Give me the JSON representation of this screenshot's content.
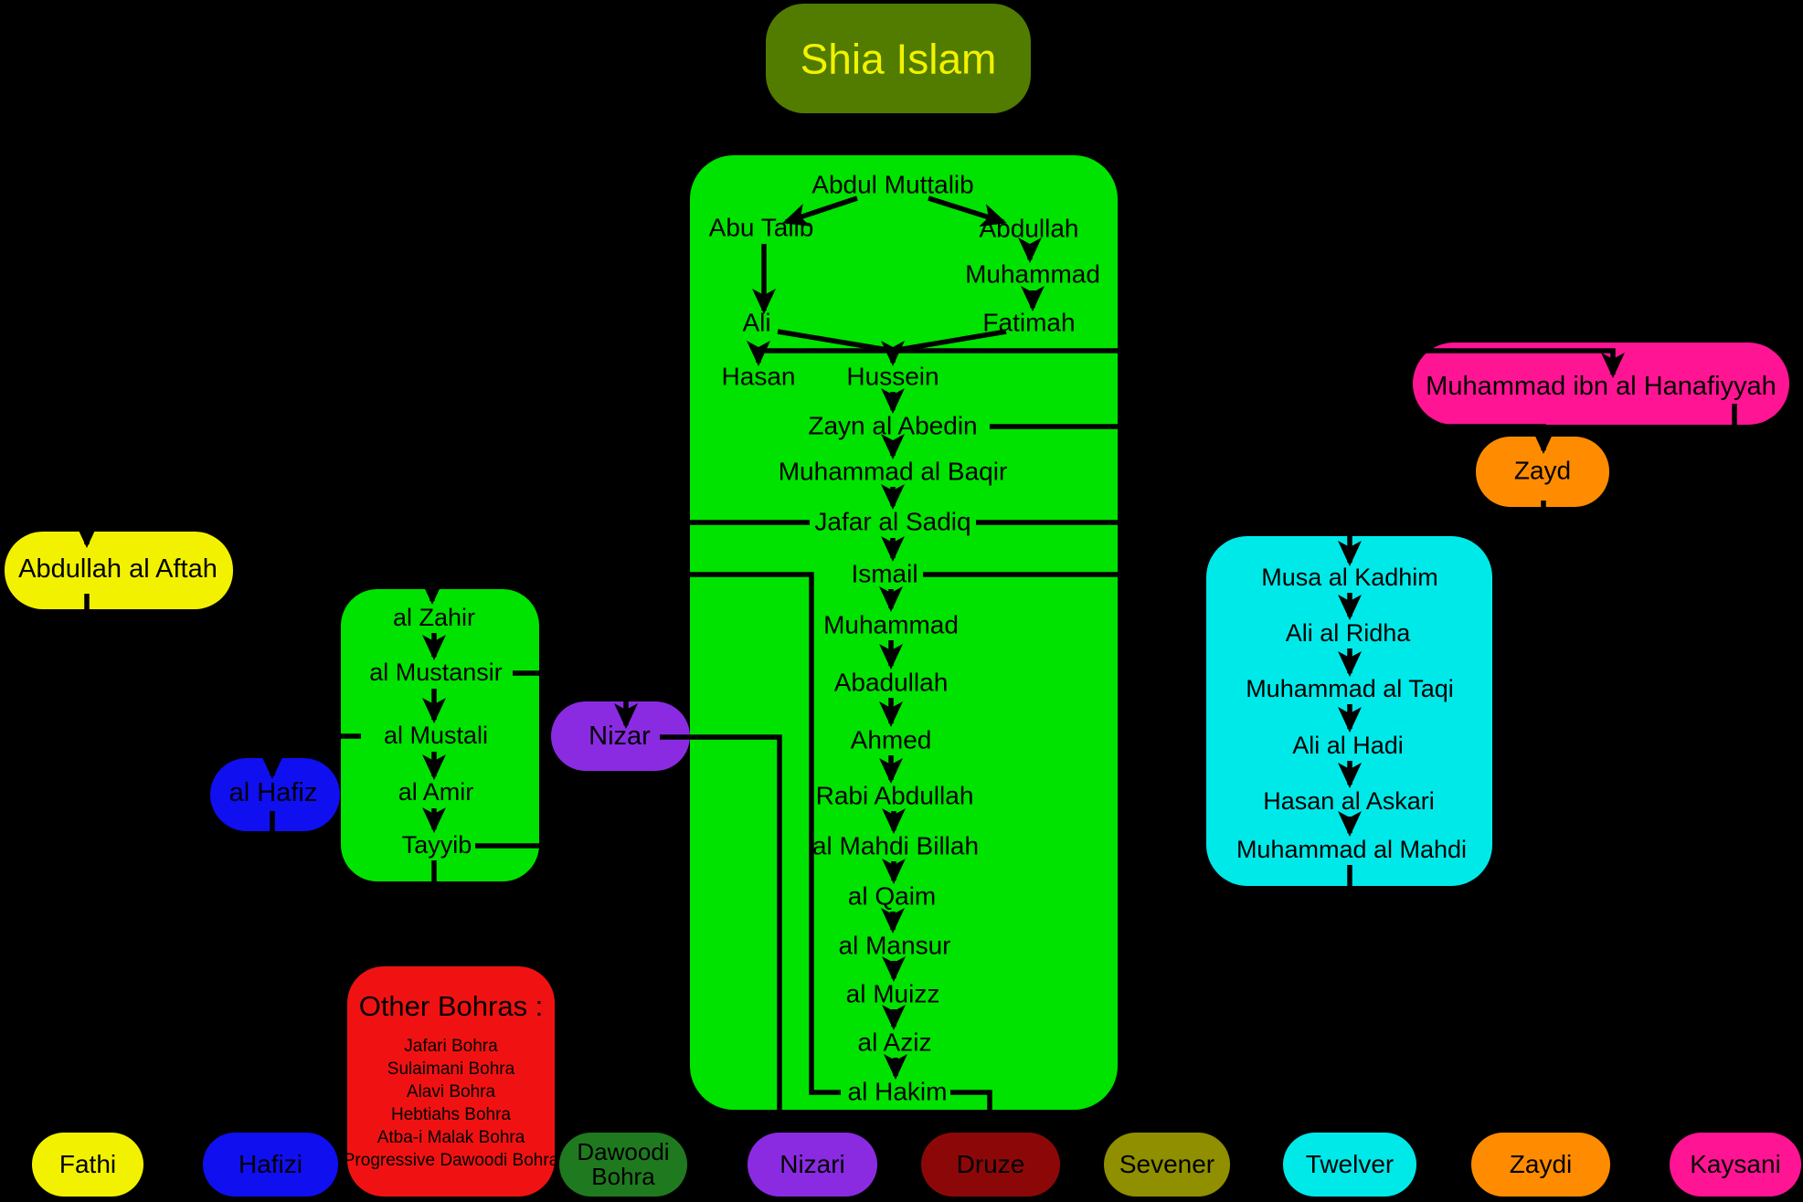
{
  "title": "Shia Islam",
  "colors": {
    "background": "#000000",
    "title_box": "#517c00",
    "title_text": "#f2f200",
    "tree_green": "#00e300",
    "cyan": "#00e9e9",
    "yellow": "#f2f200",
    "blue": "#0f0ff0",
    "purple": "#8a2be2",
    "pink": "#ff1493",
    "orange": "#ff8c00",
    "red": "#f01212",
    "dark_green": "#1f7a1f",
    "dark_red": "#8c0808",
    "olive": "#8f8f00",
    "line": "#000000"
  },
  "main_tree": {
    "nodes": [
      {
        "label": "Abdul Muttalib"
      },
      {
        "label": "Abu Talib"
      },
      {
        "label": "Abdullah"
      },
      {
        "label": "Muhammad"
      },
      {
        "label": "Ali"
      },
      {
        "label": "Fatimah"
      },
      {
        "label": "Hasan"
      },
      {
        "label": "Hussein"
      },
      {
        "label": "Zayn al Abedin"
      },
      {
        "label": "Muhammad al Baqir"
      },
      {
        "label": "Jafar al Sadiq"
      },
      {
        "label": "Ismail"
      },
      {
        "label": "Muhammad"
      },
      {
        "label": "Abadullah"
      },
      {
        "label": "Ahmed"
      },
      {
        "label": "Rabi Abdullah"
      },
      {
        "label": "al Mahdi Billah"
      },
      {
        "label": "al Qaim"
      },
      {
        "label": "al Mansur"
      },
      {
        "label": "al Muizz"
      },
      {
        "label": "al Aziz"
      },
      {
        "label": "al Hakim"
      }
    ]
  },
  "hanafiyyah_box": {
    "label": "Muhammad ibn al Hanafiyyah"
  },
  "zayd_box": {
    "label": "Zayd"
  },
  "twelver_chain": {
    "nodes": [
      {
        "label": "Musa al Kadhim"
      },
      {
        "label": "Ali al Ridha"
      },
      {
        "label": "Muhammad al Taqi"
      },
      {
        "label": "Ali al Hadi"
      },
      {
        "label": "Hasan al Askari"
      },
      {
        "label": "Muhammad al Mahdi"
      }
    ]
  },
  "aftah_box": {
    "label": "Abdullah al Aftah"
  },
  "fatimid_chain": {
    "nodes": [
      {
        "label": "al Zahir"
      },
      {
        "label": "al Mustansir"
      },
      {
        "label": "al Mustali"
      },
      {
        "label": "al Amir"
      },
      {
        "label": "Tayyib"
      }
    ]
  },
  "hafiz_box": {
    "label": "al Hafiz"
  },
  "nizar_box": {
    "label": "Nizar"
  },
  "other_bohras": {
    "title": "Other Bohras :",
    "items": [
      {
        "label": "Jafari Bohra"
      },
      {
        "label": "Sulaimani Bohra"
      },
      {
        "label": "Alavi Bohra"
      },
      {
        "label": "Hebtiahs Bohra"
      },
      {
        "label": "Atba-i Malak Bohra"
      },
      {
        "label": "Progressive Dawoodi Bohra"
      }
    ]
  },
  "sects": [
    {
      "label": "Fathi"
    },
    {
      "label": "Hafizi"
    },
    {
      "label": "Dawoodi Bohra"
    },
    {
      "label": "Nizari"
    },
    {
      "label": "Druze"
    },
    {
      "label": "Sevener"
    },
    {
      "label": "Twelver"
    },
    {
      "label": "Zaydi"
    },
    {
      "label": "Kaysani"
    }
  ]
}
